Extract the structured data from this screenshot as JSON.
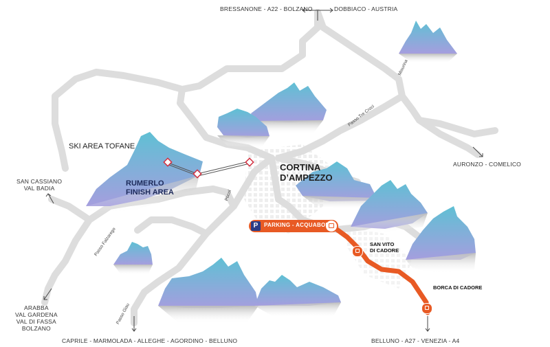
{
  "map": {
    "colors": {
      "road": "#dddddd",
      "route": "#e85a24",
      "parking": "#2a3c86",
      "mountain_top": "#5fc0d4",
      "mountain_base": "#9aa0dc"
    },
    "destinations": {
      "north_left": "BRESSANONE - A22 - BOLZANO",
      "north_right": "DOBBIACO - AUSTRIA",
      "west": "SAN CASSIANO\nVAL BADIA",
      "southwest": "ARABBA\nVAL GARDENA\nVAL DI FASSA\nBOLZANO",
      "south": "CAPRILE - MARMOLADA - ALLEGHE - AGORDINO - BELLUNO",
      "southeast": "BELLUNO - A27 - VENEZIA - A4",
      "east": "AURONZO - COMELICO"
    },
    "areas": {
      "ski_area": "SKI AREA TOFANE",
      "finish_area": "RUMERLO\nFINISH AREA",
      "town": "CORTINA\nD’AMPEZZO"
    },
    "passes": {
      "misurina": "Misurina",
      "tre_croci": "Passo Tre Croci",
      "pocol": "Pocol",
      "falzarego": "Passo Falzarego",
      "giau": "Passo Giau"
    },
    "parking": {
      "icon": "P",
      "label": "PARKING - ACQUABONA"
    },
    "stops": {
      "san_vito": "SAN VITO\nDI CADORE",
      "borca": "BORCA DI CADORE"
    },
    "icons": [
      "parking-icon",
      "bus-icon",
      "arrow-icon",
      "cable-car-icon",
      "mountain-icon"
    ]
  }
}
